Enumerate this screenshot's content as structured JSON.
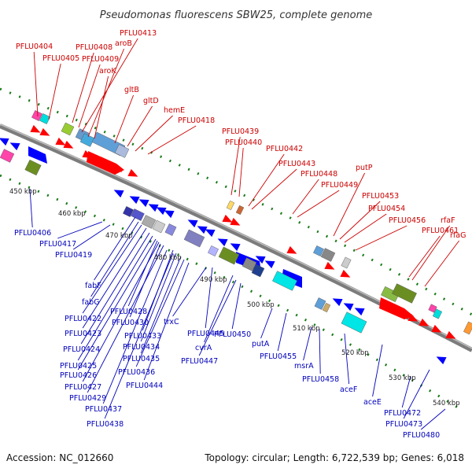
{
  "title": "Pseudomonas fluorescens SBW25, complete genome",
  "footer": {
    "accession": "Accession: NC_012660",
    "summary": "Topology: circular; Length: 6,722,539 bp; Genes: 6,018"
  },
  "colors": {
    "forward_label": "#cc0000",
    "reverse_label": "#0000bb",
    "backbone": "#888888",
    "tick": "#1a7a1a"
  },
  "ticks": [
    "450 kbp",
    "460 kbp",
    "470 kbp",
    "480 kbp",
    "490 kbp",
    "500 kbp",
    "510 kbp",
    "520 kbp",
    "530 kbp",
    "540 kbp"
  ],
  "forward_labels": [
    "PFLU0404",
    "PFLU0405",
    "PFLU0408",
    "PFLU0409",
    "PFLU0413",
    "aroB",
    "aroK",
    "gltB",
    "gltD",
    "hemE",
    "PFLU0418",
    "PFLU0439",
    "PFLU0440",
    "PFLU0442",
    "PFLU0443",
    "PFLU0448",
    "PFLU0449",
    "putP",
    "PFLU0453",
    "PFLU0454",
    "PFLU0456",
    "PFLU0461",
    "rfaF",
    "rfaG"
  ],
  "reverse_labels": [
    "PFLU0406",
    "PFLU0417",
    "PFLU0419",
    "fabF",
    "fabG",
    "PFLU0422",
    "PFLU0423",
    "PFLU0424",
    "PFLU0425",
    "PFLU0426",
    "PFLU0427",
    "PFLU0429",
    "PFLU0437",
    "PFLU0438",
    "PFLU0428",
    "PFLU0430",
    "PFLU0433",
    "PFLU0434",
    "PFLU0435",
    "PFLU0436",
    "PFLU0444",
    "trxC",
    "PFLU0445",
    "cvrA",
    "PFLU0447",
    "PFLU0450",
    "putA",
    "PFLU0455",
    "msrA",
    "PFLU0458",
    "aceF",
    "aceE",
    "PFLU0472",
    "PFLU0473",
    "PFLU0480"
  ]
}
